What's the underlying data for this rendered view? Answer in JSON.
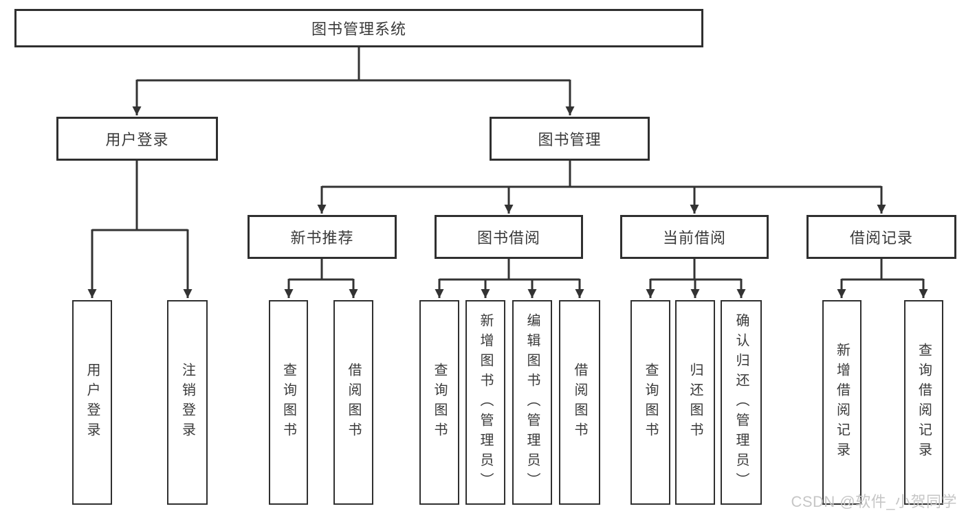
{
  "diagram": {
    "title": "图书管理系统",
    "type": "functional-structure-tree"
  },
  "nodes": {
    "root": {
      "label": "图书管理系统"
    },
    "user_login": {
      "label": "用户登录"
    },
    "book_mgmt": {
      "label": "图书管理"
    },
    "new_books": {
      "label": "新书推荐"
    },
    "book_borrow": {
      "label": "图书借阅"
    },
    "current_borrow": {
      "label": "当前借阅"
    },
    "borrow_records": {
      "label": "借阅记录"
    },
    "leaf_user_login": {
      "label": "用户登录"
    },
    "leaf_logout": {
      "label": "注销登录"
    },
    "leaf_nb_query": {
      "label": "查询图书"
    },
    "leaf_nb_borrow": {
      "label": "借阅图书"
    },
    "leaf_bb_query": {
      "label": "查询图书"
    },
    "leaf_bb_add": {
      "label": "新增图书（管理员）"
    },
    "leaf_bb_edit": {
      "label": "编辑图书（管理员）"
    },
    "leaf_bb_borrow": {
      "label": "借阅图书"
    },
    "leaf_cb_query": {
      "label": "查询图书"
    },
    "leaf_cb_return": {
      "label": "归还图书"
    },
    "leaf_cb_confirm": {
      "label": "确认归还（管理员）"
    },
    "leaf_br_add": {
      "label": "新增借阅记录"
    },
    "leaf_br_query": {
      "label": "查询借阅记录"
    }
  },
  "hierarchy": {
    "root": "图书管理系统",
    "children": [
      {
        "label": "用户登录",
        "children": [
          "用户登录",
          "注销登录"
        ]
      },
      {
        "label": "图书管理",
        "children": [
          {
            "label": "新书推荐",
            "children": [
              "查询图书",
              "借阅图书"
            ]
          },
          {
            "label": "图书借阅",
            "children": [
              "查询图书",
              "新增图书（管理员）",
              "编辑图书（管理员）",
              "借阅图书"
            ]
          },
          {
            "label": "当前借阅",
            "children": [
              "查询图书",
              "归还图书",
              "确认归还（管理员）"
            ]
          },
          {
            "label": "借阅记录",
            "children": [
              "新增借阅记录",
              "查询借阅记录"
            ]
          }
        ]
      }
    ]
  },
  "watermark": {
    "text": "CSDN @软件_小贺同学"
  },
  "colors": {
    "line": "#333333",
    "box_border": "#2f2f2f",
    "text": "#3a3a3a",
    "watermark": "#c6c6c6",
    "background": "#ffffff"
  }
}
